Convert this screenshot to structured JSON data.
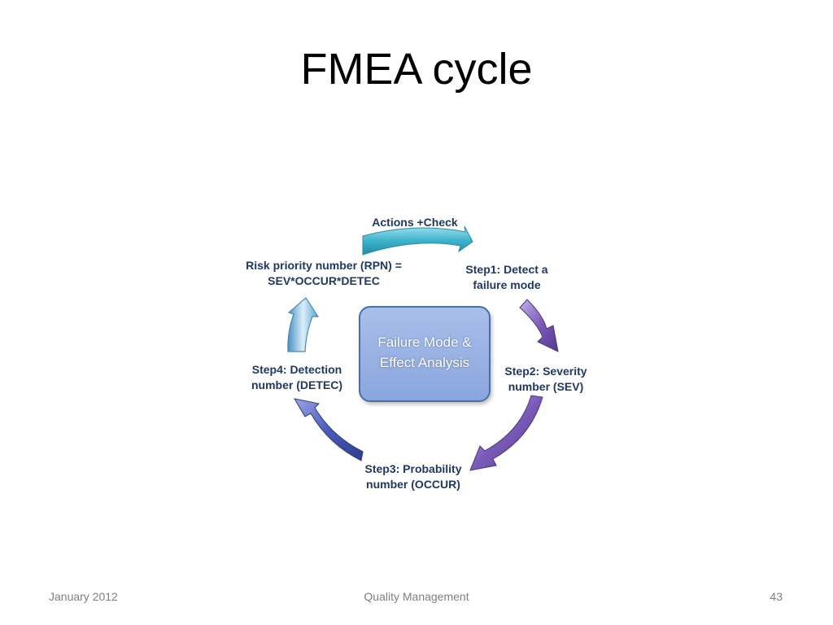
{
  "slide": {
    "title": "FMEA cycle"
  },
  "diagram": {
    "center": [
      "Failure Mode &",
      "Effect Analysis"
    ],
    "steps": [
      {
        "id": "actions",
        "lines": [
          "Actions +Check"
        ]
      },
      {
        "id": "step1",
        "lines": [
          "Step1: Detect a",
          "failure mode"
        ]
      },
      {
        "id": "step2",
        "lines": [
          "Step2: Severity",
          "number (SEV)"
        ]
      },
      {
        "id": "step3",
        "lines": [
          "Step3: Probability",
          "number (OCCUR)"
        ]
      },
      {
        "id": "step4",
        "lines": [
          "Step4: Detection",
          "number (DETEC)"
        ]
      },
      {
        "id": "rpn",
        "lines": [
          "Risk priority number (RPN) =",
          "SEV*OCCUR*DETEC"
        ]
      }
    ],
    "colors": {
      "label": "#1f3864",
      "arrow_cyan": "#3fb3cc",
      "arrow_purple": "#7a5cb8",
      "arrow_blue": "#4a5ab8",
      "arrow_light": "#8ec7e6",
      "center_fill": "#94aee2"
    }
  },
  "footer": {
    "date": "January 2012",
    "center": "Quality Management",
    "page": "43"
  }
}
